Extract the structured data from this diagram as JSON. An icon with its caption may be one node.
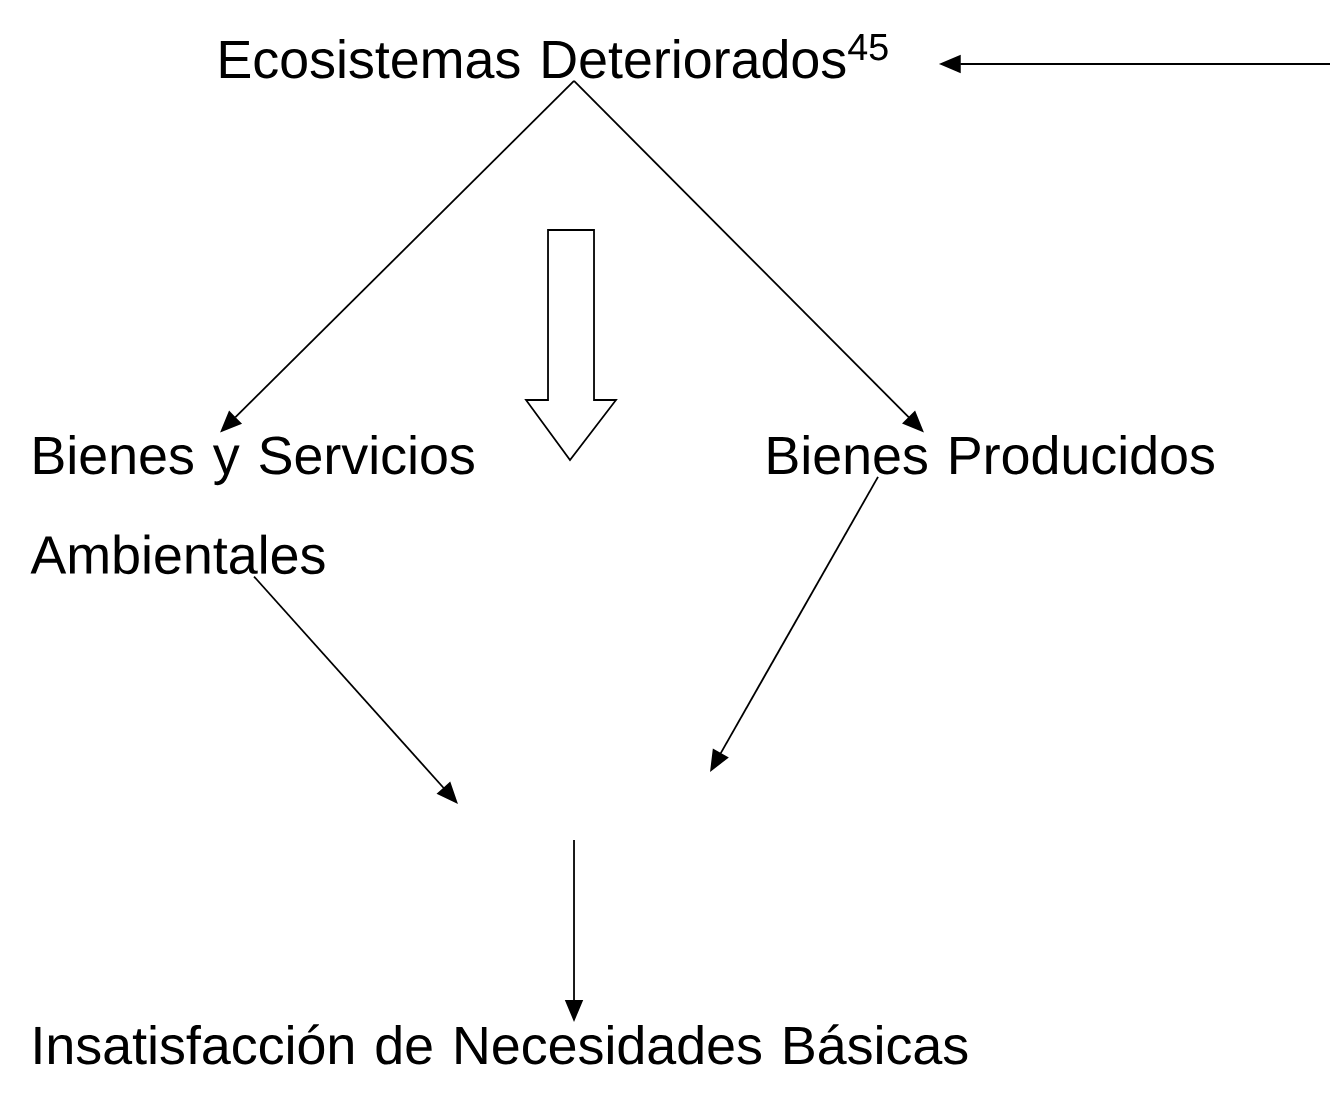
{
  "diagram": {
    "nodes": [
      {
        "text": [
          "Ecosistemas Deteriorados$^{45}$"
        ]
      },
      {
        "text": [
          "Bienes y Servicios Ambientales"
        ]
      },
      {
        "text": [
          "Bienes Producidos"
        ]
      },
      {
        "text": [
          "Insatisfacción de Necesidades Básicas"
        ]
      }
    ],
    "edges": [
      {
        "from": null,
        "to": 0,
        "arrow": "to"
      },
      {
        "from": 0,
        "to": 1,
        "arrow": "to"
      },
      {
        "from": 0,
        "to": 2,
        "arrow": "to"
      },
      {
        "from": 1,
        "to": null,
        "arrow": "to"
      },
      {
        "from": 2,
        "to": null,
        "arrow": "to"
      },
      {
        "from": null,
        "to": 3,
        "arrow": "to"
      }
    ]
  }
}
